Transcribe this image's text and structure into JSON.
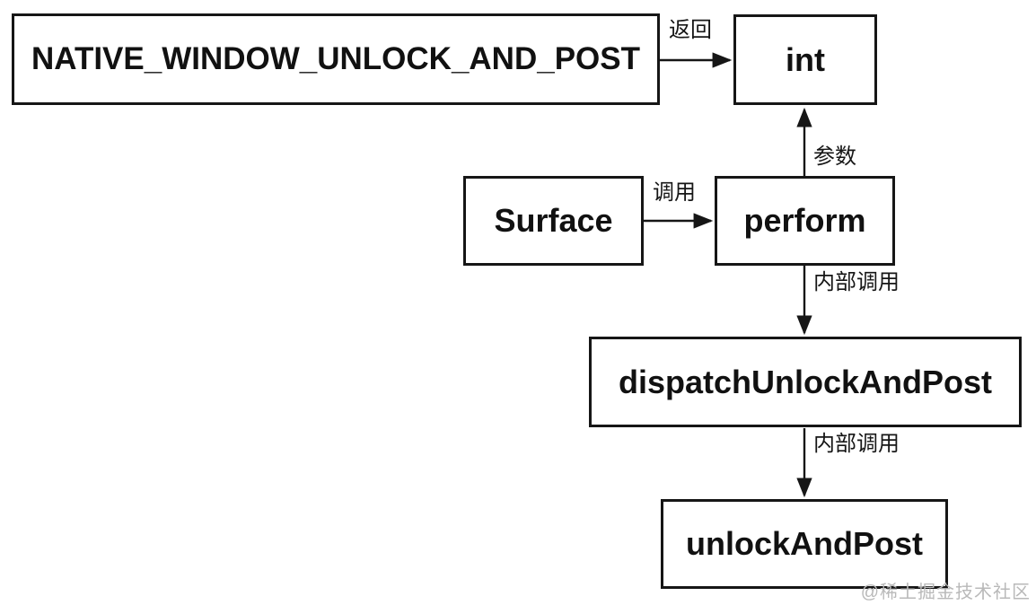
{
  "diagram": {
    "background_color": "#ffffff",
    "stroke_color": "#161616",
    "nodes": [
      {
        "id": "native-window-unlock-and-post",
        "label": "NATIVE_WINDOW_UNLOCK_AND_POST"
      },
      {
        "id": "int",
        "label": "int"
      },
      {
        "id": "surface",
        "label": "Surface"
      },
      {
        "id": "perform",
        "label": "perform"
      },
      {
        "id": "dispatch-unlock-and-post",
        "label": "dispatchUnlockAndPost"
      },
      {
        "id": "unlock-and-post",
        "label": "unlockAndPost"
      }
    ],
    "edges": [
      {
        "from": "NATIVE_WINDOW_UNLOCK_AND_POST",
        "to": "int",
        "label": "返回",
        "direction": "right"
      },
      {
        "from": "perform",
        "to": "int",
        "label": "参数",
        "direction": "up"
      },
      {
        "from": "Surface",
        "to": "perform",
        "label": "调用",
        "direction": "right"
      },
      {
        "from": "perform",
        "to": "dispatchUnlockAndPost",
        "label": "内部调用",
        "direction": "down"
      },
      {
        "from": "dispatchUnlockAndPost",
        "to": "unlockAndPost",
        "label": "内部调用",
        "direction": "down"
      }
    ],
    "watermark": {
      "text": "@稀土掘金技术社区",
      "color": "#b9b9b9"
    }
  }
}
